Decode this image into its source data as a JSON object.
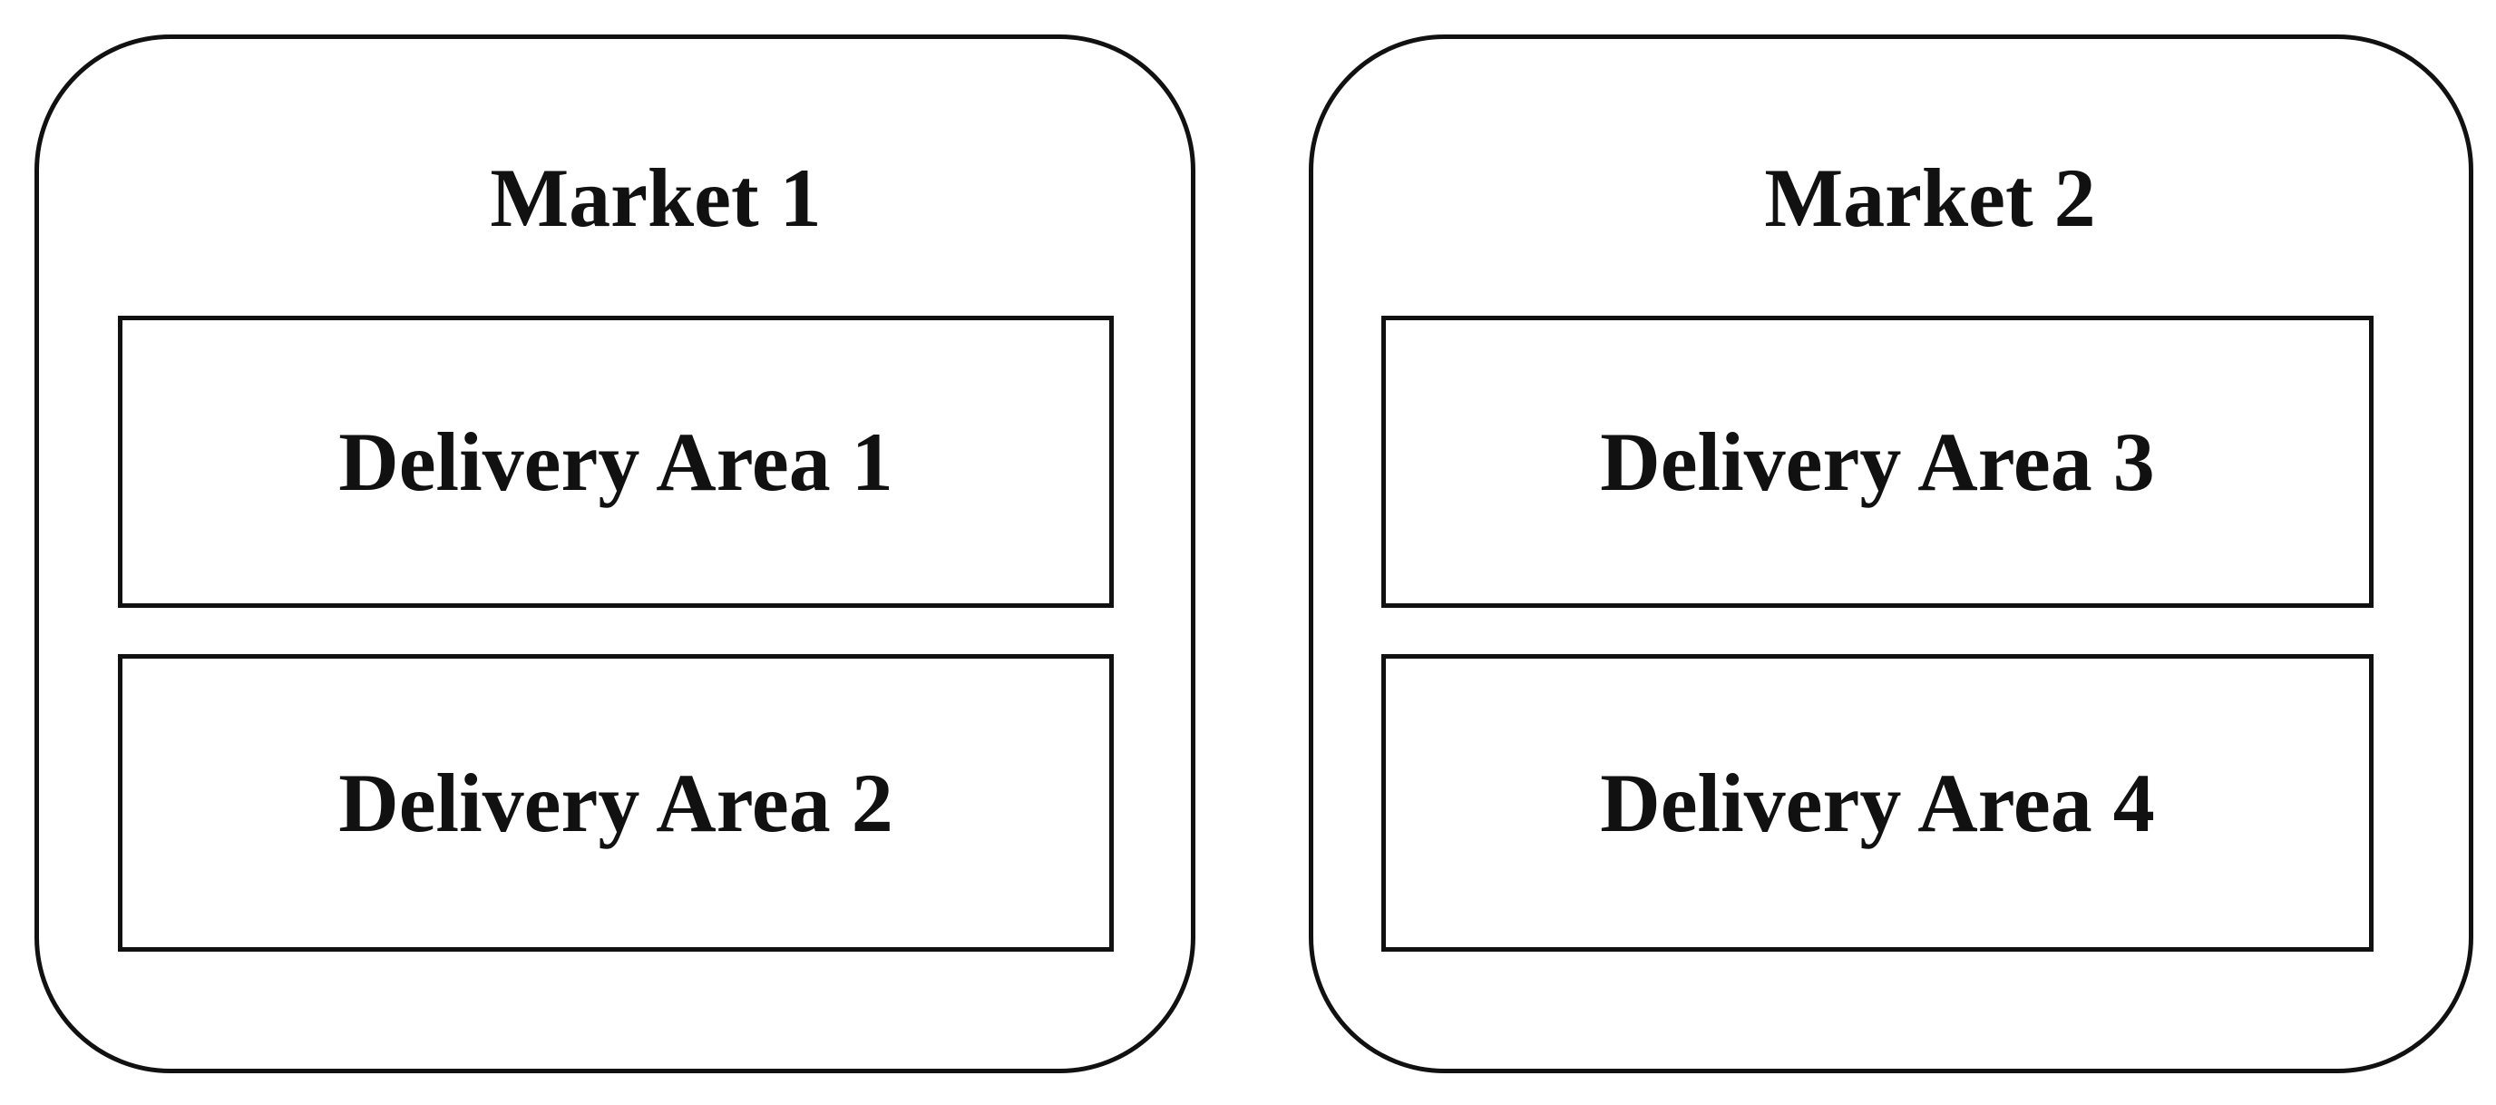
{
  "markets": [
    {
      "title": "Market 1",
      "areas": [
        "Delivery Area 1",
        "Delivery Area 2"
      ]
    },
    {
      "title": "Market 2",
      "areas": [
        "Delivery Area 3",
        "Delivery Area 4"
      ]
    }
  ]
}
